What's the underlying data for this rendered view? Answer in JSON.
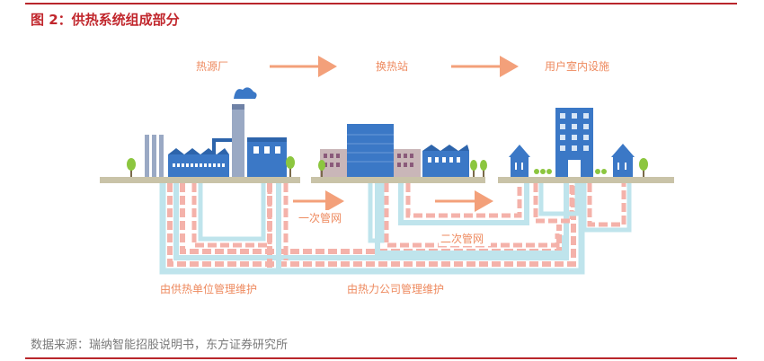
{
  "figure": {
    "title": "图 2：供热系统组成部分",
    "source": "数据来源：瑞纳智能招股说明书，东方证券研究所"
  },
  "flow": {
    "stage1": "热源厂",
    "stage2": "换热站",
    "stage3": "用户室内设施"
  },
  "network": {
    "primary": "一次管网",
    "secondary": "二次管网"
  },
  "maintenance": {
    "by_heat_unit": "由供热单位管理维护",
    "by_heat_company": "由热力公司管理维护"
  },
  "colors": {
    "title_red": "#c1272d",
    "arrow_orange": "#f3a07a",
    "label_orange": "#ee8a5f",
    "pipe_hot": "#ef8c80",
    "pipe_cold": "#9fd6e2",
    "ground": "#c9c3a8",
    "building_blue": "#3b78c6",
    "tree_green": "#8cc63f"
  },
  "icons": [
    "smoke-cloud-icon",
    "tree-icon",
    "house-icon"
  ]
}
